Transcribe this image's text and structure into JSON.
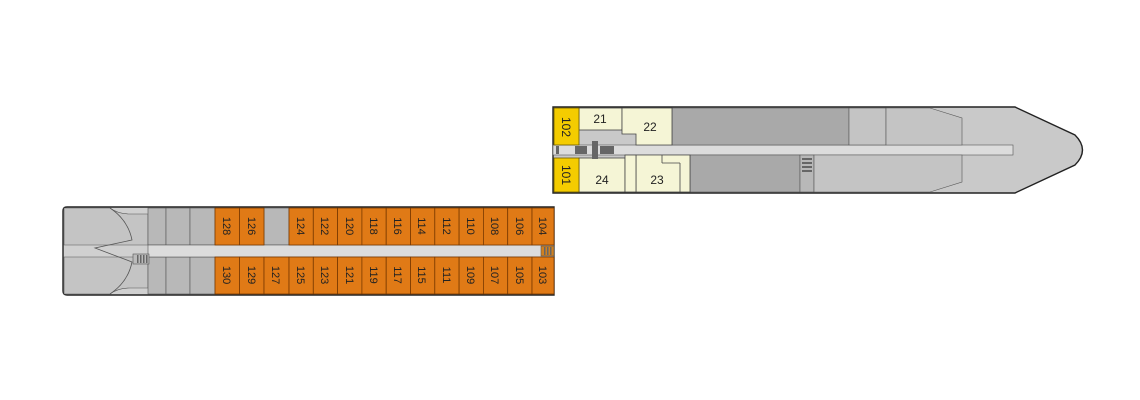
{
  "colors": {
    "standard_cabin": "#e07a16",
    "suite_cabin": "#f4cc00",
    "public_room": "#f5f5d6",
    "hull": "#d0d0d0"
  },
  "upper_deck": {
    "suites": [
      "102",
      "101"
    ],
    "rooms_top": [
      "21",
      "22"
    ],
    "rooms_bottom": [
      "24",
      "23"
    ]
  },
  "lower_deck": {
    "top_row": [
      "128",
      "126",
      "124",
      "122",
      "120",
      "118",
      "116",
      "114",
      "112",
      "110",
      "108",
      "106",
      "104"
    ],
    "bottom_row": [
      "130",
      "129",
      "127",
      "125",
      "123",
      "121",
      "119",
      "117",
      "115",
      "111",
      "109",
      "107",
      "105",
      "103"
    ]
  }
}
